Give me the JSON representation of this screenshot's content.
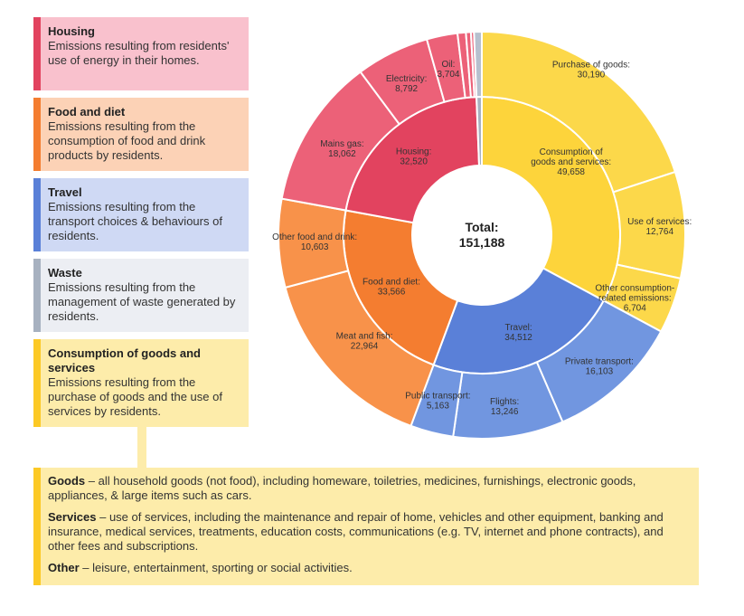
{
  "legend": [
    {
      "title": "Housing",
      "desc": "Emissions resulting from residents' use of energy in their homes.",
      "color": "#e2435f",
      "bg": "#f9c1cd"
    },
    {
      "title": "Food and diet",
      "desc": "Emissions resulting from the consumption of food and drink products by residents.",
      "color": "#f47d30",
      "bg": "#fcd2b6"
    },
    {
      "title": "Travel",
      "desc": "Emissions resulting from the transport choices & behaviours of residents.",
      "color": "#5a80d8",
      "bg": "#cfd9f4"
    },
    {
      "title": "Waste",
      "desc": "Emissions resulting from the management of waste generated by residents.",
      "color": "#a7b1c0",
      "bg": "#eceef3"
    },
    {
      "title": "Consumption of goods and services",
      "desc": "Emissions resulting from the purchase of goods and the use of services by residents.",
      "color": "#fcc925",
      "bg": "#fdecaa"
    }
  ],
  "notes": [
    {
      "term": "Goods",
      "text": " – all household goods (not food), including homeware, toiletries, medicines, furnishings, electronic goods, appliances, & large items such as cars."
    },
    {
      "term": "Services",
      "text": " – use of services, including the maintenance and repair of home, vehicles and other equipment, banking and insurance, medical services, treatments, education costs, communications (e.g. TV, internet and phone contracts), and other fees and subscriptions."
    },
    {
      "term": "Other",
      "text": " – leisure, entertainment, sporting or social activities."
    }
  ],
  "chart_data": {
    "type": "pie",
    "style": "sunburst",
    "total": {
      "label": "Total:",
      "value": "151,188"
    },
    "inner": [
      {
        "name": "Consumption of goods and services",
        "label": "Consumption of|goods and services:",
        "value": 49658,
        "display": "49,658",
        "color": "#fdd43b"
      },
      {
        "name": "Travel",
        "label": "Travel:",
        "value": 34512,
        "display": "34,512",
        "color": "#5a80d8"
      },
      {
        "name": "Food and diet",
        "label": "Food and diet:",
        "value": 33566,
        "display": "33,566",
        "color": "#f47d30"
      },
      {
        "name": "Housing",
        "label": "Housing:",
        "value": 32520,
        "display": "32,520",
        "color": "#e2435f"
      },
      {
        "name": "Waste",
        "label": "",
        "value": 932,
        "display": "",
        "color": "#a7b1c0"
      }
    ],
    "outer": [
      {
        "name": "Purchase of goods",
        "label": "Purchase of goods:",
        "value": 30190,
        "display": "30,190",
        "color": "#fcd84a"
      },
      {
        "name": "Use of services",
        "label": "Use of services:",
        "value": 12764,
        "display": "12,764",
        "color": "#fcd84a"
      },
      {
        "name": "Other consumption-related emissions",
        "label": "Other consumption-|related emissions:",
        "value": 6704,
        "display": "6,704",
        "color": "#fcd84a"
      },
      {
        "name": "Private transport",
        "label": "Private transport:",
        "value": 16103,
        "display": "16,103",
        "color": "#7196e0"
      },
      {
        "name": "Flights",
        "label": "Flights:",
        "value": 13246,
        "display": "13,246",
        "color": "#7196e0"
      },
      {
        "name": "Public transport",
        "label": "Public transport:",
        "value": 5163,
        "display": "5,163",
        "color": "#7196e0"
      },
      {
        "name": "Meat and fish",
        "label": "Meat and fish:",
        "value": 22964,
        "display": "22,964",
        "color": "#f8924a"
      },
      {
        "name": "Other food and drink",
        "label": "Other food and drink:",
        "value": 10603,
        "display": "10,603",
        "color": "#f8924a"
      },
      {
        "name": "Mains gas",
        "label": "Mains gas:",
        "value": 18062,
        "display": "18,062",
        "color": "#ec6178"
      },
      {
        "name": "Electricity",
        "label": "Electricity:",
        "value": 8792,
        "display": "8,792",
        "color": "#ec6178"
      },
      {
        "name": "Oil",
        "label": "Oil:",
        "value": 3704,
        "display": "3,704",
        "color": "#ec6178"
      },
      {
        "name": "Housing other 1",
        "label": "",
        "value": 1000,
        "display": "",
        "color": "#ec6178"
      },
      {
        "name": "Housing other 2",
        "label": "",
        "value": 600,
        "display": "",
        "color": "#ec6178"
      },
      {
        "name": "Housing other 3",
        "label": "",
        "value": 362,
        "display": "",
        "color": "#ec6178"
      },
      {
        "name": "Waste",
        "label": "",
        "value": 932,
        "display": "",
        "color": "#b7c0ce"
      }
    ]
  }
}
